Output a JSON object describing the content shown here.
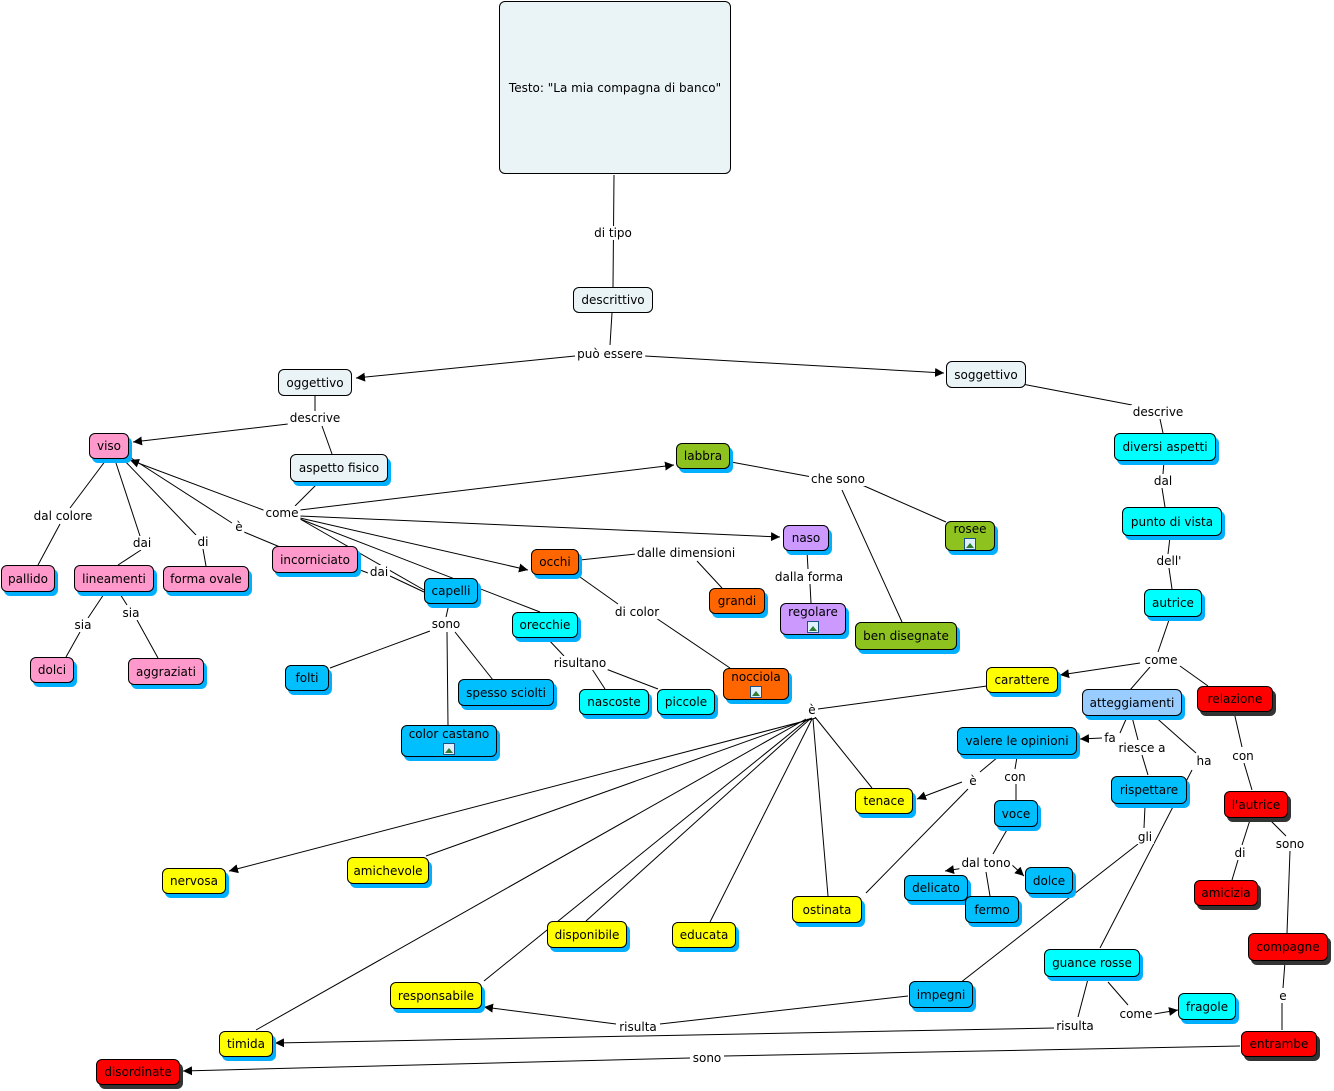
{
  "colors": {
    "light": "#eaf3f5",
    "pink": "#ff99cc",
    "blue": "#00bfff",
    "cyan": "#00ffff",
    "green": "#8dc21f",
    "orange": "#ff6600",
    "purple": "#cc99ff",
    "yellow": "#ffff00",
    "red": "#ff0000",
    "lightblue": "#99ccff"
  },
  "nodes": {
    "titolo": "Testo: \"La mia compagna di banco\"",
    "descrittivo": "descrittivo",
    "oggettivo": "oggettivo",
    "soggettivo": "soggettivo",
    "viso": "viso",
    "aspetto_fisico": "aspetto fisico",
    "labbra": "labbra",
    "rosee": "rosee",
    "ben_disegnate": "ben disegnate",
    "naso": "naso",
    "regolare": "regolare",
    "occhi": "occhi",
    "grandi": "grandi",
    "nocciola": "nocciola",
    "pallido": "pallido",
    "lineamenti": "lineamenti",
    "forma_ovale": "forma ovale",
    "incorniciato": "incorniciato",
    "dolci": "dolci",
    "aggraziati": "aggraziati",
    "capelli": "capelli",
    "folti": "folti",
    "spesso_sciolti": "spesso sciolti",
    "color_castano": "color castano",
    "orecchie": "orecchie",
    "nascoste": "nascoste",
    "piccole": "piccole",
    "diversi_aspetti": "diversi aspetti",
    "punto_di_vista": "punto di vista",
    "autrice": "autrice",
    "carattere": "carattere",
    "atteggiamenti": "atteggiamenti",
    "relazione": "relazione",
    "valere_opinioni": "valere le opinioni",
    "rispettare": "rispettare",
    "lautrice": "l'autrice",
    "amicizia": "amicizia",
    "compagne": "compagne",
    "entrambe": "entrambe",
    "tenace": "tenace",
    "voce": "voce",
    "delicato": "delicato",
    "fermo": "fermo",
    "dolce": "dolce",
    "ostinata": "ostinata",
    "nervosa": "nervosa",
    "amichevole": "amichevole",
    "disponibile": "disponibile",
    "educata": "educata",
    "responsabile": "responsabile",
    "timida": "timida",
    "disordinate": "disordinate",
    "impegni": "impegni",
    "guance_rosse": "guance rosse",
    "fragole": "fragole"
  },
  "labels": {
    "di_tipo": "di tipo",
    "puo_essere": "può essere",
    "descrive_l": "descrive",
    "descrive_r": "descrive",
    "come_1": "come",
    "che_sono": "che sono",
    "dal_colore": "dal colore",
    "dai_1": "dai",
    "di_1": "di",
    "e_1": "è",
    "dai_2": "dai",
    "sia_1": "sia",
    "sia_2": "sia",
    "sono_1": "sono",
    "risultano": "risultano",
    "dalle_dimensioni": "dalle dimensioni",
    "di_color": "di color",
    "dalla_forma": "dalla forma",
    "dal": "dal",
    "dell": "dell'",
    "come_2": "come",
    "e_2": "è",
    "fa": "fa",
    "riesce_a": "riesce a",
    "ha": "ha",
    "con_1": "con",
    "con_2": "con",
    "e_3": "è",
    "dal_tono": "dal tono",
    "gli": "gli",
    "di_2": "di",
    "sono_2": "sono",
    "e_4": "e",
    "risulta_1": "risulta",
    "risulta_2": "risulta",
    "come_3": "come",
    "sono_3": "sono"
  }
}
